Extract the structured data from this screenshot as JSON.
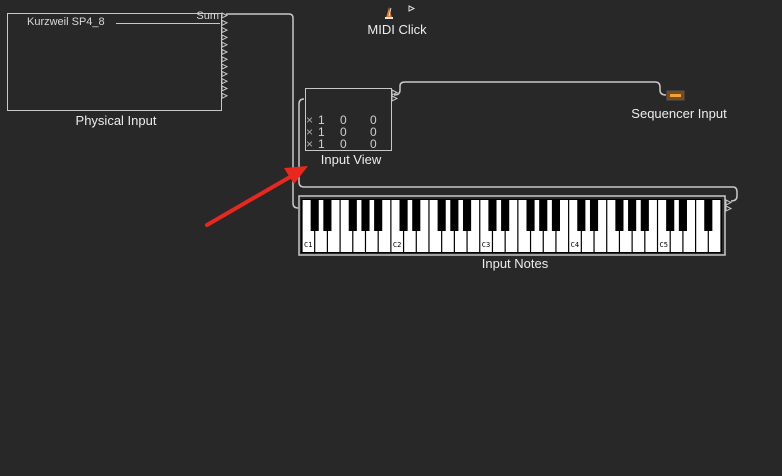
{
  "objects": {
    "physical_input": {
      "label": "Physical Input",
      "port_label": "Kurzweil SP4_8",
      "sum_label": "Sum",
      "outlet_count": 12
    },
    "midi_click": {
      "label": "MIDI Click"
    },
    "input_view": {
      "label": "Input View",
      "rows": [
        [
          "1",
          "0",
          "0"
        ],
        [
          "1",
          "0",
          "0"
        ],
        [
          "1",
          "0",
          "0"
        ]
      ]
    },
    "sequencer_input": {
      "label": "Sequencer Input"
    },
    "input_notes": {
      "label": "Input Notes",
      "octave_labels": [
        "C1",
        "C2",
        "C3",
        "C4",
        "C5"
      ],
      "white_key_count": 33
    }
  },
  "colors": {
    "background": "#282828",
    "cable": "#c8c8c8",
    "arrow": "#e8281e",
    "metronome": "#e07a2e"
  }
}
